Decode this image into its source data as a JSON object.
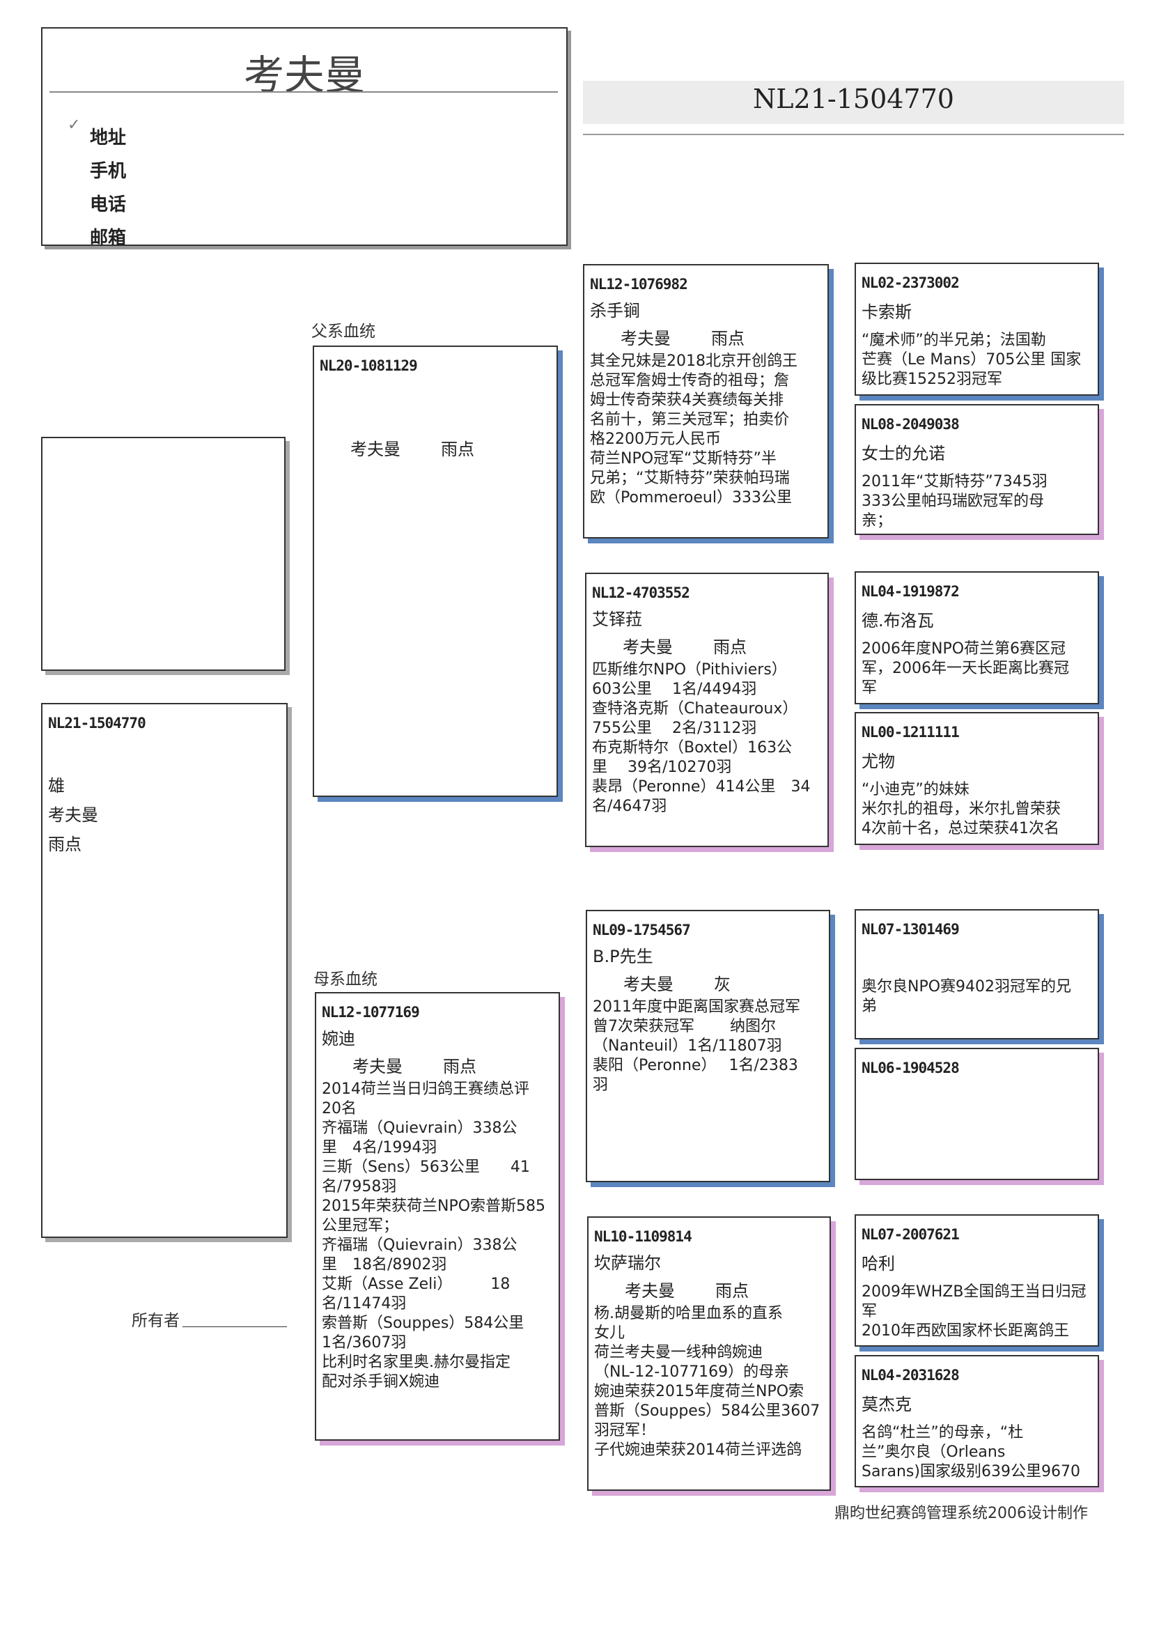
{
  "header": {
    "title": "考夫曼",
    "labels": [
      "地址",
      "手机",
      "电话",
      "邮箱"
    ]
  },
  "ring_number": "NL21-1504770",
  "main_pigeon": {
    "id": "NL21-1504770",
    "sex": "雄",
    "breeder": "考夫曼",
    "color": "雨点"
  },
  "sections": {
    "sire": "父系血统",
    "dam": "母系血统"
  },
  "owner_label": "所有者",
  "footer": "鼎昀世纪赛鸽管理系统2006设计制作",
  "pedigree": {
    "sire": {
      "id": "NL20-1081129",
      "name": "",
      "breeder": "考夫曼",
      "color": "雨点",
      "notes": []
    },
    "dam": {
      "id": "NL12-1077169",
      "name": "婉迪",
      "breeder": "考夫曼",
      "color": "雨点",
      "notes": [
        "2014荷兰当日归鸽王赛绩总评",
        "20名",
        "齐福瑞（Quievrain）338公",
        "里　4名/1994羽",
        "三斯（Sens）563公里　　41",
        "名/7958羽",
        "2015年荣获荷兰NPO索普斯585",
        "公里冠军；",
        "齐福瑞（Quievrain）338公",
        "里　18名/8902羽",
        "艾斯（Asse Zeli）　　　18",
        "名/11474羽",
        "索普斯（Souppes）584公里",
        "1名/3607羽",
        "比利时名家里奥.赫尔曼指定",
        "配对杀手锏X婉迪"
      ]
    },
    "ss": {
      "id": "NL12-1076982",
      "name": "杀手锏",
      "breeder": "考夫曼",
      "color": "雨点",
      "notes": [
        "其全兄妹是2018北京开创鸽王",
        "总冠军詹姆士传奇的祖母；詹",
        "姆士传奇荣获4关赛绩每关排",
        "名前十，第三关冠军；拍卖价",
        "格2200万元人民币",
        "荷兰NPO冠军“艾斯特芬”半",
        "兄弟；“艾斯特芬”荣获帕玛瑞",
        "欧（Pommeroeul）333公里"
      ]
    },
    "sd": {
      "id": "NL12-4703552",
      "name": "艾铎菈",
      "breeder": "考夫曼",
      "color": "雨点",
      "notes": [
        "匹斯维尔NPO（Pithiviers）",
        "603公里　 1名/4494羽",
        "查特洛克斯（Chateauroux）",
        "755公里　 2名/3112羽",
        "布克斯特尔（Boxtel）163公",
        "里　 39名/10270羽",
        "裴昂（Peronne）414公里　34",
        "名/4647羽"
      ]
    },
    "ds": {
      "id": "NL09-1754567",
      "name": "B.P先生",
      "breeder": "考夫曼",
      "color": "灰",
      "notes": [
        "2011年度中距离国家赛总冠军",
        "曾7次荣获冠军　　 纳图尔",
        "（Nanteuil）1名/11807羽",
        "裴阳（Peronne）　 1名/2383",
        "羽"
      ]
    },
    "dd": {
      "id": "NL10-1109814",
      "name": "坎萨瑞尔",
      "breeder": "考夫曼",
      "color": "雨点",
      "notes": [
        "杨.胡曼斯的哈里血系的直系",
        "女儿",
        "荷兰考夫曼一线种鸽婉迪",
        "（NL-12-1077169）的母亲",
        "婉迪荣获2015年度荷兰NPO索",
        "普斯（Souppes）584公里3607",
        "羽冠军！",
        "子代婉迪荣获2014荷兰评选鸽"
      ]
    },
    "sss": {
      "id": "NL02-2373002",
      "name": "卡索斯",
      "notes": [
        "“魔术师”的半兄弟；法国勒",
        "芒赛（Le Mans）705公里 国家",
        "级比赛15252羽冠军"
      ]
    },
    "ssd": {
      "id": "NL08-2049038",
      "name": "女士的允诺",
      "notes": [
        "2011年“艾斯特芬”7345羽",
        "333公里帕玛瑞欧冠军的母",
        "亲；"
      ]
    },
    "sds": {
      "id": "NL04-1919872",
      "name": "德.布洛瓦",
      "notes": [
        "2006年度NPO荷兰第6赛区冠",
        "军，2006年一天长距离比赛冠",
        "军"
      ]
    },
    "sdd": {
      "id": "NL00-1211111",
      "name": "尤物",
      "notes": [
        "“小迪克”的妹妹",
        "米尔扎的祖母，米尔扎曾荣获",
        "4次前十名，总过荣获41次名"
      ]
    },
    "dss": {
      "id": "NL07-1301469",
      "name": "",
      "notes": [
        "奥尔良NPO赛9402羽冠军的兄",
        "弟"
      ]
    },
    "dsd": {
      "id": "NL06-1904528",
      "name": "",
      "notes": []
    },
    "dds": {
      "id": "NL07-2007621",
      "name": "哈利",
      "notes": [
        "2009年WHZB全国鸽王当日归冠",
        "军",
        "2010年西欧国家杯长距离鸽王"
      ]
    },
    "ddd": {
      "id": "NL04-2031628",
      "name": "莫杰克",
      "notes": [
        "名鸽“杜兰”的母亲，“杜",
        "兰”奥尔良（Orleans",
        "Sarans)国家级别639公里9670"
      ]
    }
  },
  "colors": {
    "sire_shadow": "#5b86bf",
    "dam_shadow": "#d8a6d8"
  }
}
